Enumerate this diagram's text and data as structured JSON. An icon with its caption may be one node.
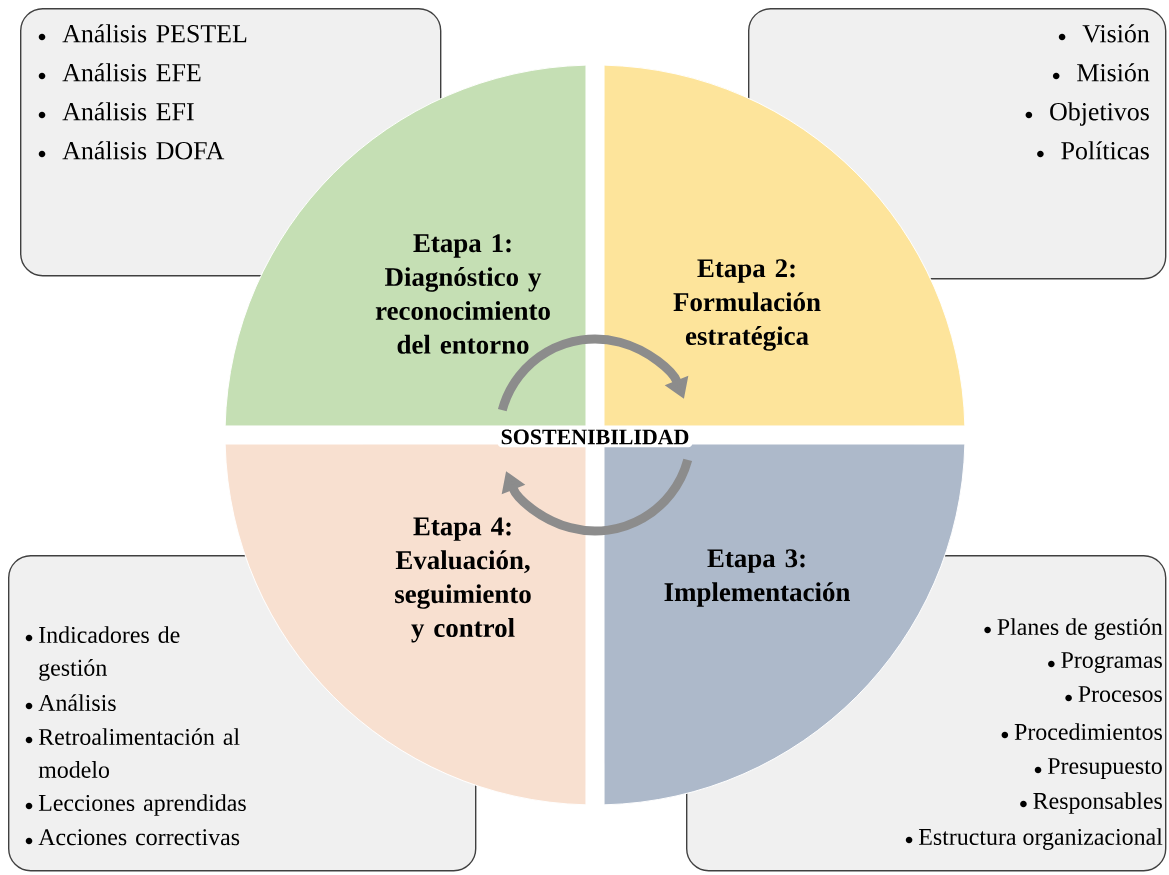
{
  "diagram": {
    "nodes": [
      {
        "text": [
          "Análisis PESTEL",
          "Análisis EFE",
          "Análisis EFI",
          "Análisis DOFA"
        ]
      },
      {
        "text": [
          "Visión",
          "Misión",
          "Objetivos",
          "Políticas"
        ]
      },
      {
        "text": [
          "Etapa 1:",
          "Diagnóstico y reconocimiento del entorno"
        ]
      },
      {
        "text": [
          "Etapa 2:",
          "Formulación estratégica"
        ]
      },
      {
        "text": [
          "Etapa 4:",
          "Evaluación, seguimiento y control"
        ]
      },
      {
        "text": [
          "Etapa 3:",
          "Implementación"
        ]
      },
      {
        "text": [
          "Indicadores de gestión",
          "Análisis",
          "Retroalimentación al modelo",
          "Lecciones aprendidas",
          "Acciones correctivas"
        ]
      },
      {
        "text": [
          "Planes de gestión",
          "Programas",
          "Procesos",
          "Procedimientos",
          "Presupuesto",
          "Responsables",
          "Estructura organizacional"
        ]
      }
    ],
    "edges": [
      {
        "from": 2,
        "to": 3,
        "arrow": "to"
      },
      {
        "from": 5,
        "to": 4,
        "arrow": "to"
      }
    ],
    "labels": [
      "SOSTENIBILIDAD"
    ]
  }
}
